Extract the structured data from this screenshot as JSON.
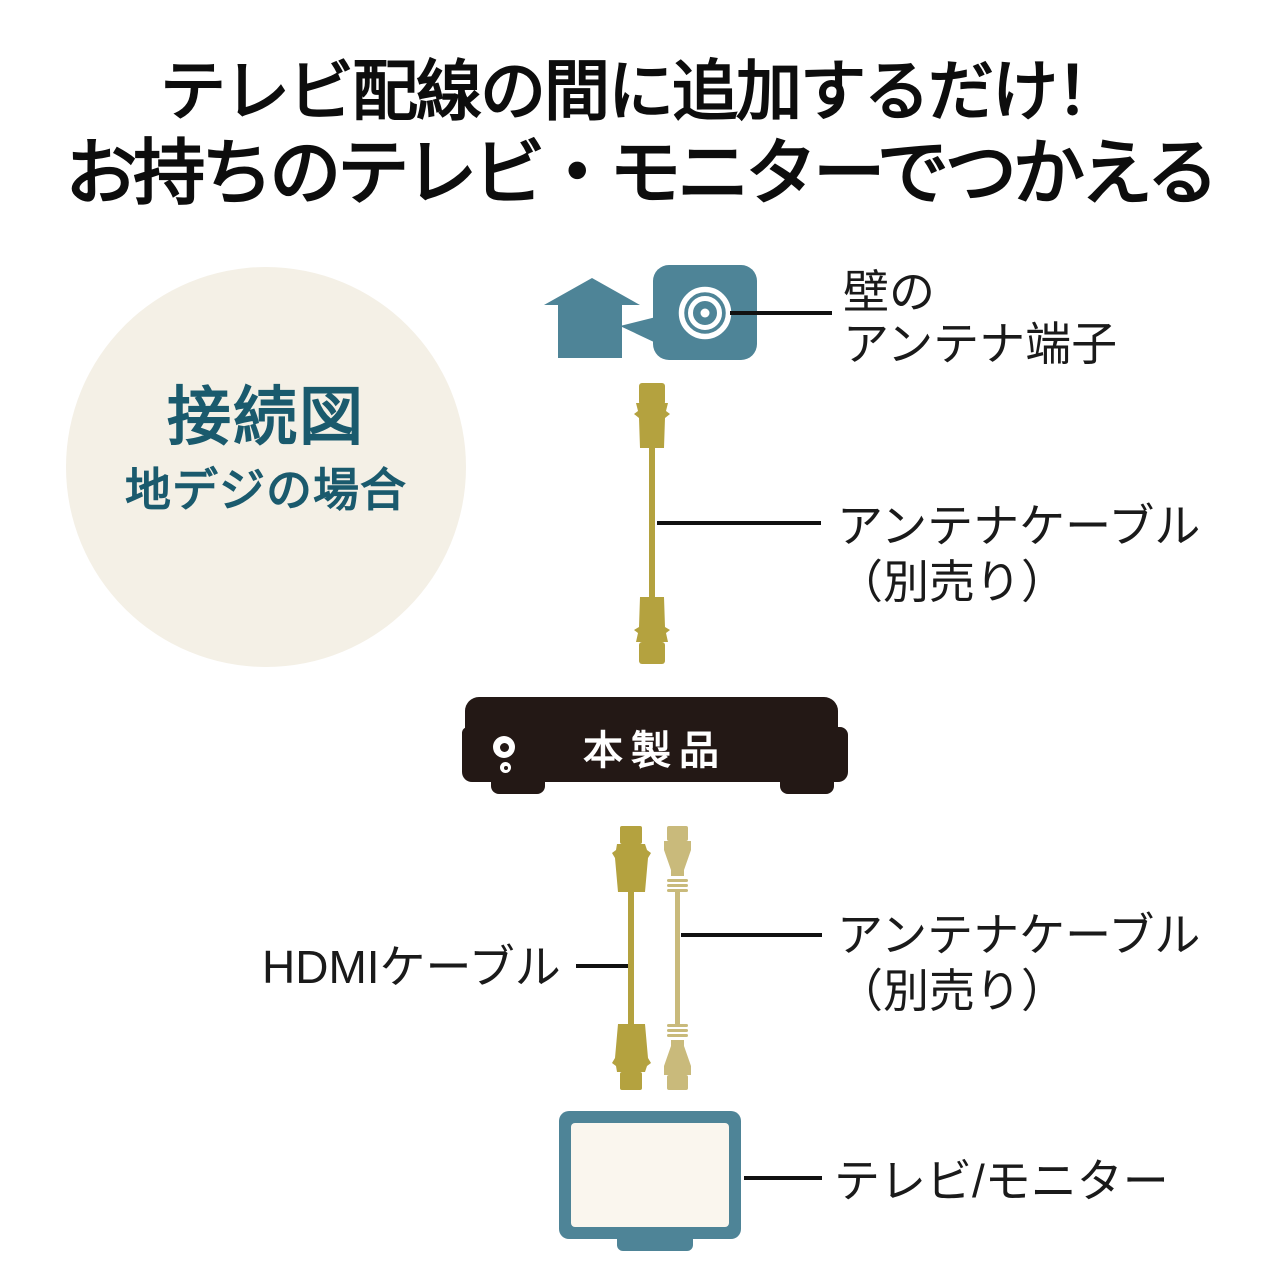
{
  "title": {
    "line1": "テレビ配線の間に追加するだけ！",
    "line2": "お持ちのテレビ・モニターでつかえる"
  },
  "badge": {
    "title": "接続図",
    "subtitle": "地デジの場合"
  },
  "labels": {
    "wall_terminal": {
      "line1": "壁の",
      "line2": "アンテナ端子"
    },
    "antenna_cable_top": {
      "line1": "アンテナケーブル",
      "line2": "（別売り）"
    },
    "device": "本製品",
    "hdmi_cable": "HDMIケーブル",
    "antenna_cable_bottom": {
      "line1": "アンテナケーブル",
      "line2": "（別売り）"
    },
    "tv_monitor": "テレビ/モニター"
  },
  "colors": {
    "accent_teal": "#4e8497",
    "deep_teal_text": "#1a5a6d",
    "badge_background": "#f4f0e6",
    "olive_cable": "#b4a23f",
    "tan_cable": "#c9ba7b",
    "device_black": "#231815",
    "screen_cream": "#faf6ee",
    "text_black": "#111111",
    "title_black": "#0d0d0d"
  }
}
